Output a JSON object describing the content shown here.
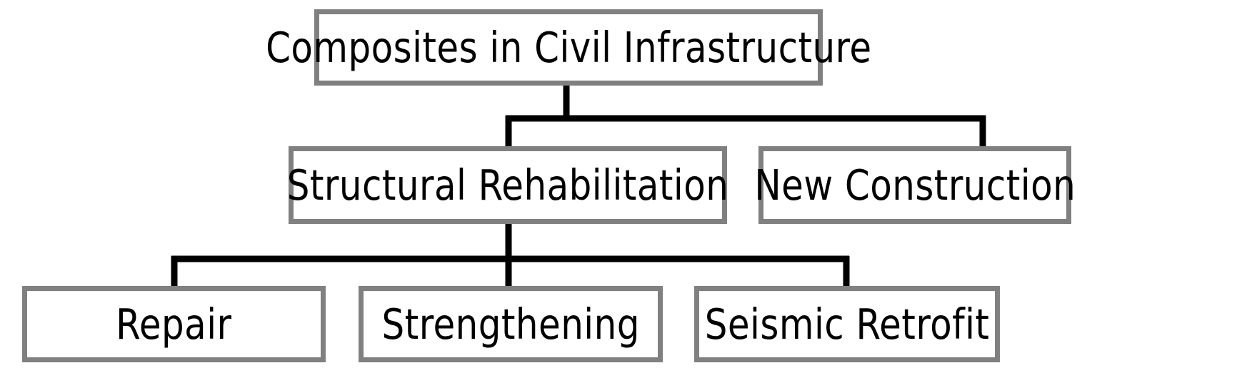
{
  "diagram": {
    "type": "hierarchy-tree",
    "title": "Composites in Civil Infrastructure",
    "orientation": "top-down",
    "colors": {
      "box_border": "#808080",
      "box_fill": "#ffffff",
      "connector": "#000000",
      "text": "#000000",
      "background": "#ffffff"
    },
    "levels": [
      {
        "level": 1,
        "nodes": [
          {
            "id": "root",
            "label": "Composites in Civil Infrastructure"
          }
        ]
      },
      {
        "level": 2,
        "nodes": [
          {
            "id": "structural-rehabilitation",
            "label": "Structural Rehabilitation"
          },
          {
            "id": "new-construction",
            "label": "New Construction"
          }
        ]
      },
      {
        "level": 3,
        "nodes": [
          {
            "id": "repair",
            "label": "Repair"
          },
          {
            "id": "strengthening",
            "label": "Strengthening"
          },
          {
            "id": "seismic-retrofit",
            "label": "Seismic Retrofit"
          }
        ]
      }
    ],
    "edges": [
      {
        "from": "root",
        "to": "structural-rehabilitation"
      },
      {
        "from": "root",
        "to": "new-construction"
      },
      {
        "from": "structural-rehabilitation",
        "to": "repair"
      },
      {
        "from": "structural-rehabilitation",
        "to": "strengthening"
      },
      {
        "from": "structural-rehabilitation",
        "to": "seismic-retrofit"
      }
    ]
  },
  "nodes": {
    "root": {
      "label": "Composites in Civil Infrastructure"
    },
    "structural_rehabilitation": {
      "label": "Structural Rehabilitation"
    },
    "new_construction": {
      "label": "New Construction"
    },
    "repair": {
      "label": "Repair"
    },
    "strengthening": {
      "label": "Strengthening"
    },
    "seismic_retrofit": {
      "label": "Seismic Retrofit"
    }
  }
}
